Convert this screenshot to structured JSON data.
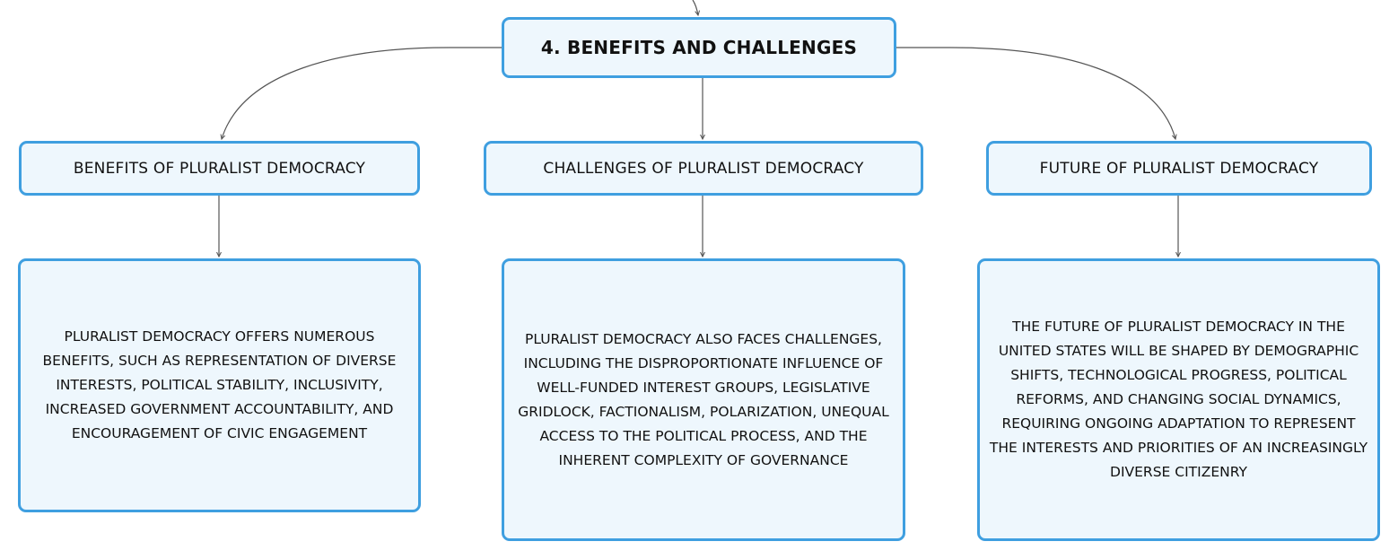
{
  "mindmap": {
    "root": {
      "label": "4. BENEFITS AND CHALLENGES"
    },
    "branches": [
      {
        "title": "BENEFITS OF PLURALIST DEMOCRACY",
        "detail": "PLURALIST DEMOCRACY OFFERS NUMEROUS BENEFITS, SUCH AS REPRESENTATION OF DIVERSE INTERESTS, POLITICAL STABILITY, INCLUSIVITY, INCREASED GOVERNMENT ACCOUNTABILITY, AND ENCOURAGEMENT OF CIVIC ENGAGEMENT"
      },
      {
        "title": "CHALLENGES OF PLURALIST DEMOCRACY",
        "detail": "PLURALIST DEMOCRACY ALSO FACES CHALLENGES, INCLUDING THE DISPROPORTIONATE INFLUENCE OF WELL-FUNDED INTEREST GROUPS, LEGISLATIVE GRIDLOCK, FACTIONALISM, POLARIZATION, UNEQUAL ACCESS TO THE POLITICAL PROCESS, AND THE INHERENT COMPLEXITY OF GOVERNANCE"
      },
      {
        "title": "FUTURE OF PLURALIST DEMOCRACY",
        "detail": "THE FUTURE OF PLURALIST DEMOCRACY IN THE UNITED STATES WILL BE SHAPED BY DEMOGRAPHIC SHIFTS, TECHNOLOGICAL PROGRESS, POLITICAL REFORMS, AND CHANGING SOCIAL DYNAMICS, REQUIRING ONGOING ADAPTATION TO REPRESENT THE INTERESTS AND PRIORITIES OF AN INCREASINGLY DIVERSE CITIZENRY"
      }
    ]
  },
  "colors": {
    "node_border": "#3f9fe0",
    "node_fill": "#eef7fd",
    "connector": "#555555",
    "text": "#111111"
  }
}
